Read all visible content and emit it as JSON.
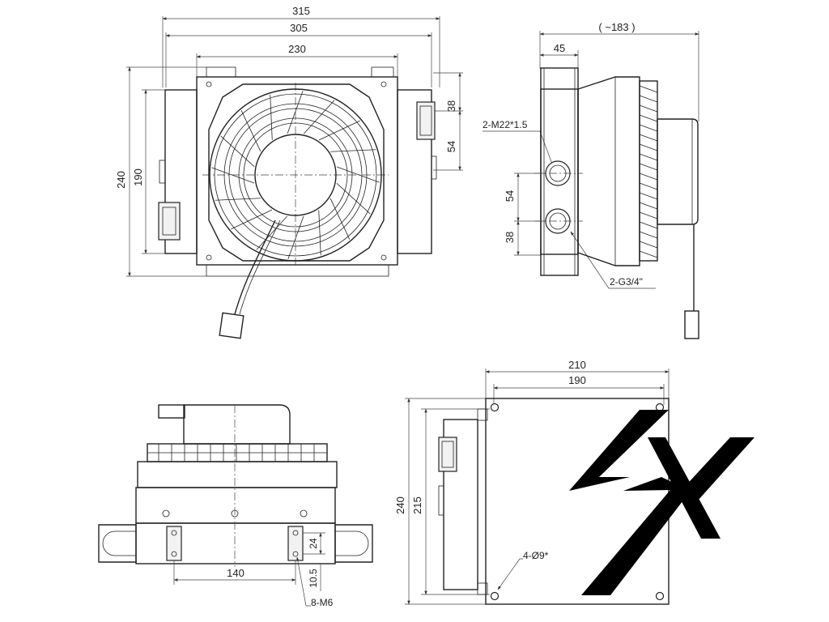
{
  "drawing": {
    "front_view": {
      "dims": {
        "overall_width": "315",
        "flange_width": "305",
        "core_width": "230",
        "overall_height": "240",
        "core_height": "190",
        "port_offset_top": "38",
        "port_spacing": "54"
      }
    },
    "side_view": {
      "dims": {
        "overall_depth": "( ~183 )",
        "core_depth": "45",
        "port_spacing": "54",
        "port_offset_bottom": "38"
      },
      "callouts": {
        "upper_port": "2-M22*1.5",
        "lower_port": "2-G3/4\""
      }
    },
    "bottom_view": {
      "dims": {
        "foot_spacing": "140",
        "slot_height": "24",
        "slot_offset": "10.5"
      },
      "callouts": {
        "mount_threads": "8-M6"
      }
    },
    "rear_view": {
      "dims": {
        "bracket_width": "210",
        "core_width": "190",
        "overall_height": "240",
        "hole_spacing": "215"
      },
      "callouts": {
        "mount_holes": "4-Ø9*"
      }
    },
    "logo": {
      "label": "SX brand logo"
    }
  }
}
